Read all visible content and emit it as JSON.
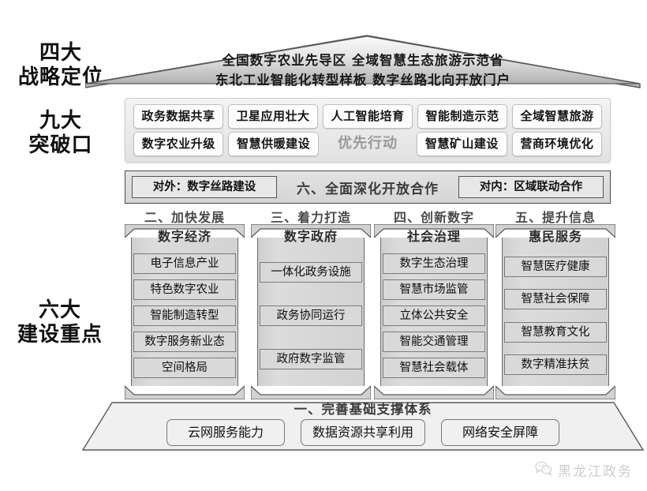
{
  "side_labels": {
    "strategy": "四大\n战略定位",
    "breakthrough": "九大\n突破口",
    "construction": "六大\n建设重点"
  },
  "roof": {
    "line1": "全国数字农业先导区   全域智慧生态旅游示范省",
    "line2": "东北工业智能化转型样板   数字丝路北向开放门户"
  },
  "breakthroughs": {
    "row1": [
      "政务数据共享",
      "卫星应用壮大",
      "人工智能培育",
      "智能制造示范",
      "全域智慧旅游"
    ],
    "row2": [
      "数字农业升级",
      "智慧供暖建设",
      "优先行动",
      "智慧矿山建设",
      "营商环境优化"
    ],
    "center_index": 2
  },
  "cooperation": {
    "left": "对外：数字丝路建设",
    "title": "六、全面深化开放合作",
    "right": "对内：区域联动合作"
  },
  "pillars": [
    {
      "roman": "二、加快发展",
      "name": "数字经济",
      "items": [
        "电子信息产业",
        "特色数字农业",
        "智能制造转型",
        "数字服务新业态",
        "空间格局"
      ]
    },
    {
      "roman": "三、着力打造",
      "name": "数字政府",
      "items": [
        "一体化政务设施",
        "政务协同运行",
        "政府数字监管"
      ]
    },
    {
      "roman": "四、创新数字",
      "name": "社会治理",
      "items": [
        "数字生态治理",
        "智慧市场监管",
        "立体公共安全",
        "智能交通管理",
        "智慧社会载体"
      ]
    },
    {
      "roman": "五、提升信息",
      "name": "惠民服务",
      "items": [
        "智慧医疗健康",
        "智慧社会保障",
        "智慧教育文化",
        "数字精准扶贫"
      ]
    }
  ],
  "base": {
    "title": "一、完善基础支撑体系",
    "chips": [
      "云网服务能力",
      "数据资源共享利用",
      "网络安全屏障"
    ]
  },
  "watermark": {
    "icon": "wechat-icon",
    "text": "黑龙江政务"
  },
  "colors": {
    "roof_fill_light": "#f2f2f2",
    "roof_fill_dark": "#b9b9b9",
    "pillar_fill": "#d4d4d4",
    "accent_gray": "#9a9a9a",
    "outline": "#4a4a4a"
  }
}
